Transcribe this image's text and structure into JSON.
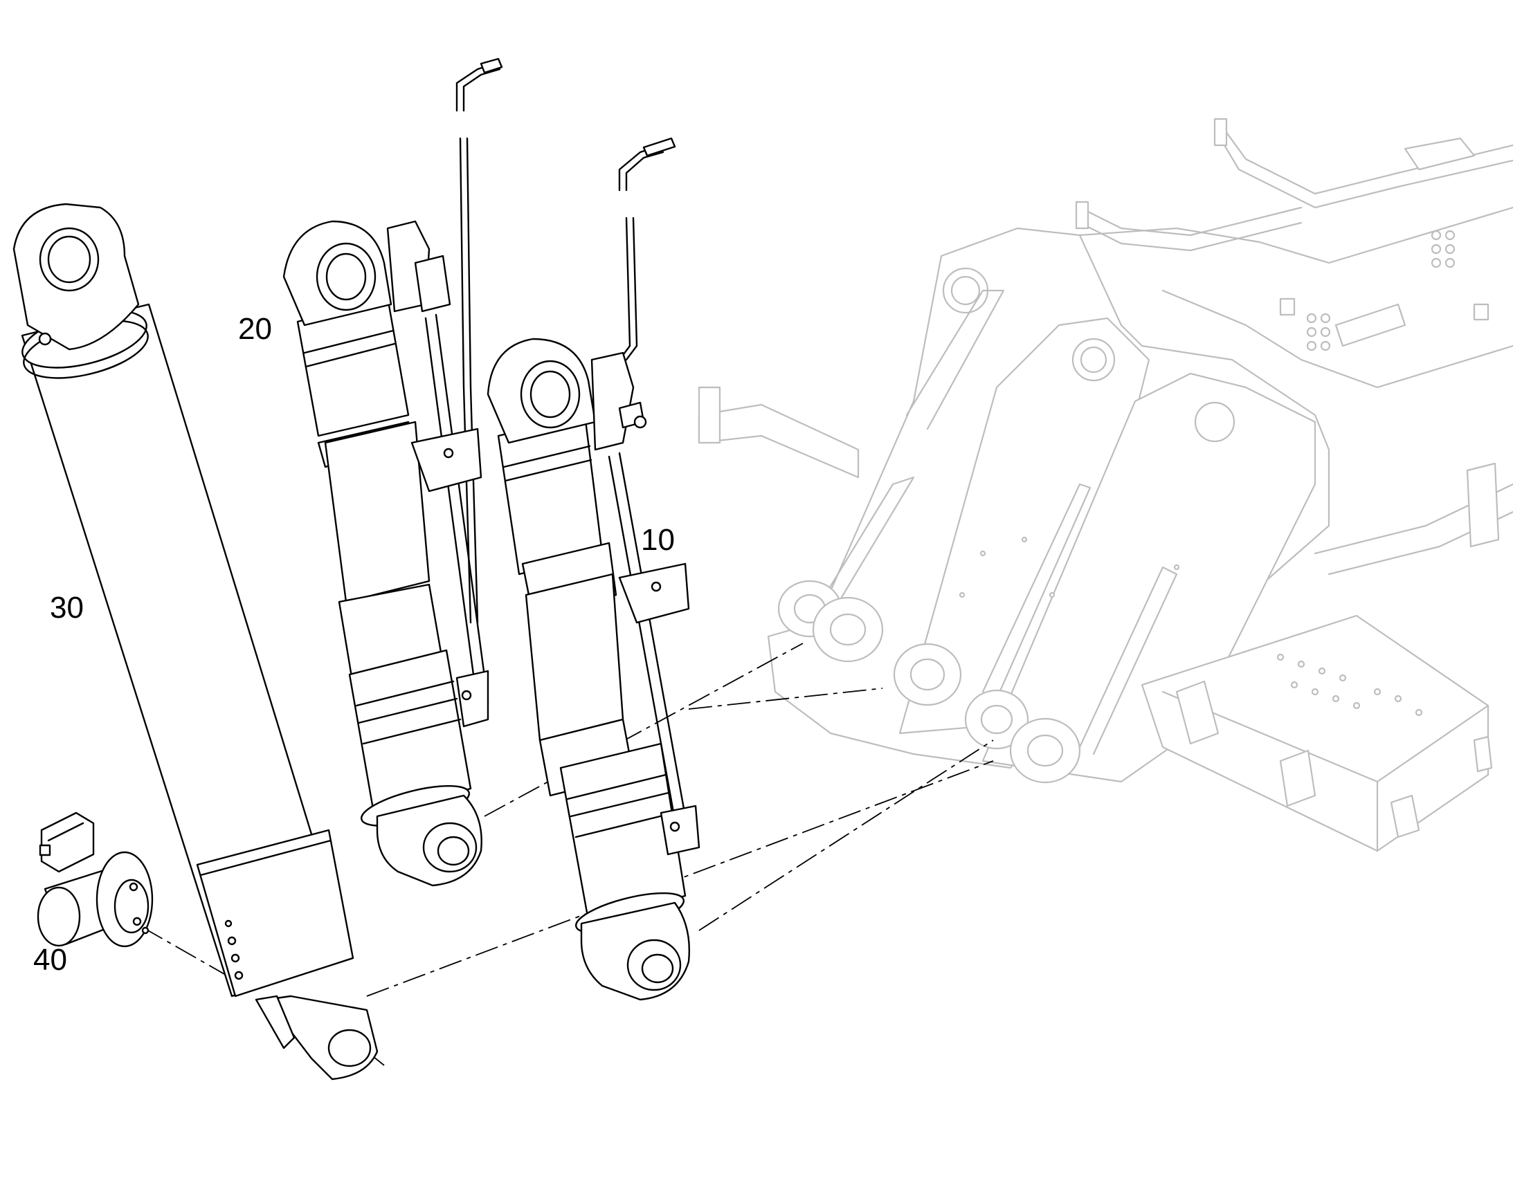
{
  "callouts": [
    {
      "id": "callout-10",
      "text": "10"
    },
    {
      "id": "callout-20",
      "text": "20"
    },
    {
      "id": "callout-30",
      "text": "30"
    },
    {
      "id": "callout-40",
      "text": "40"
    }
  ],
  "colors": {
    "line": "#000000",
    "ghost_frame": "#bdbdbd",
    "background": "#ffffff"
  }
}
